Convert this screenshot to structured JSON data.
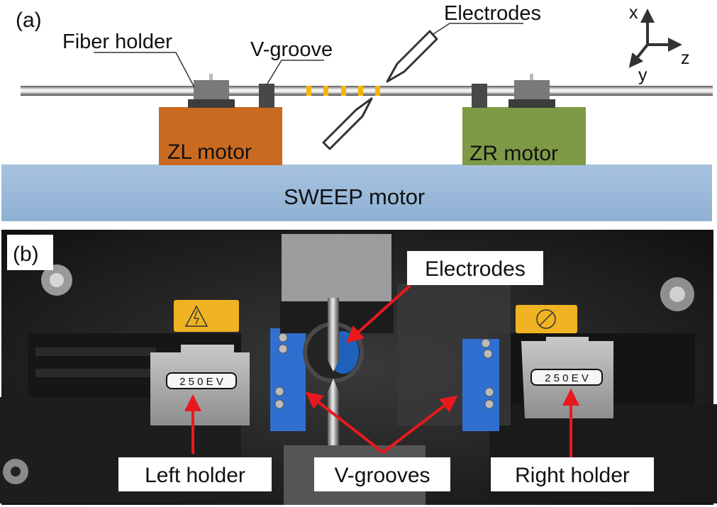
{
  "panel_a": {
    "label": "(a)",
    "callouts": {
      "fiber_holder": "Fiber holder",
      "v_groove": "V-groove",
      "electrodes": "Electrodes"
    },
    "motors": {
      "zl": "ZL motor",
      "zr": "ZR motor",
      "sweep": "SWEEP motor"
    },
    "axes": {
      "x": "x",
      "y": "y",
      "z": "z"
    },
    "colors": {
      "zl_motor": "#c96a21",
      "zr_motor": "#7f9a46",
      "sweep_motor": "#9dbbdb",
      "grating_marks": "#f6b500",
      "holder": "#7a7a7a",
      "holder_base": "#3c3c3c"
    }
  },
  "panel_b": {
    "label": "(b)",
    "labels": {
      "electrodes": "Electrodes",
      "left_holder": "Left holder",
      "v_grooves": "V-grooves",
      "right_holder": "Right holder"
    },
    "holder_plate_text": "2 5 0 E V",
    "colors": {
      "arrow": "#e8191d",
      "vgroove_block": "#2f6fd0",
      "warning_label": "#f0b323"
    }
  }
}
